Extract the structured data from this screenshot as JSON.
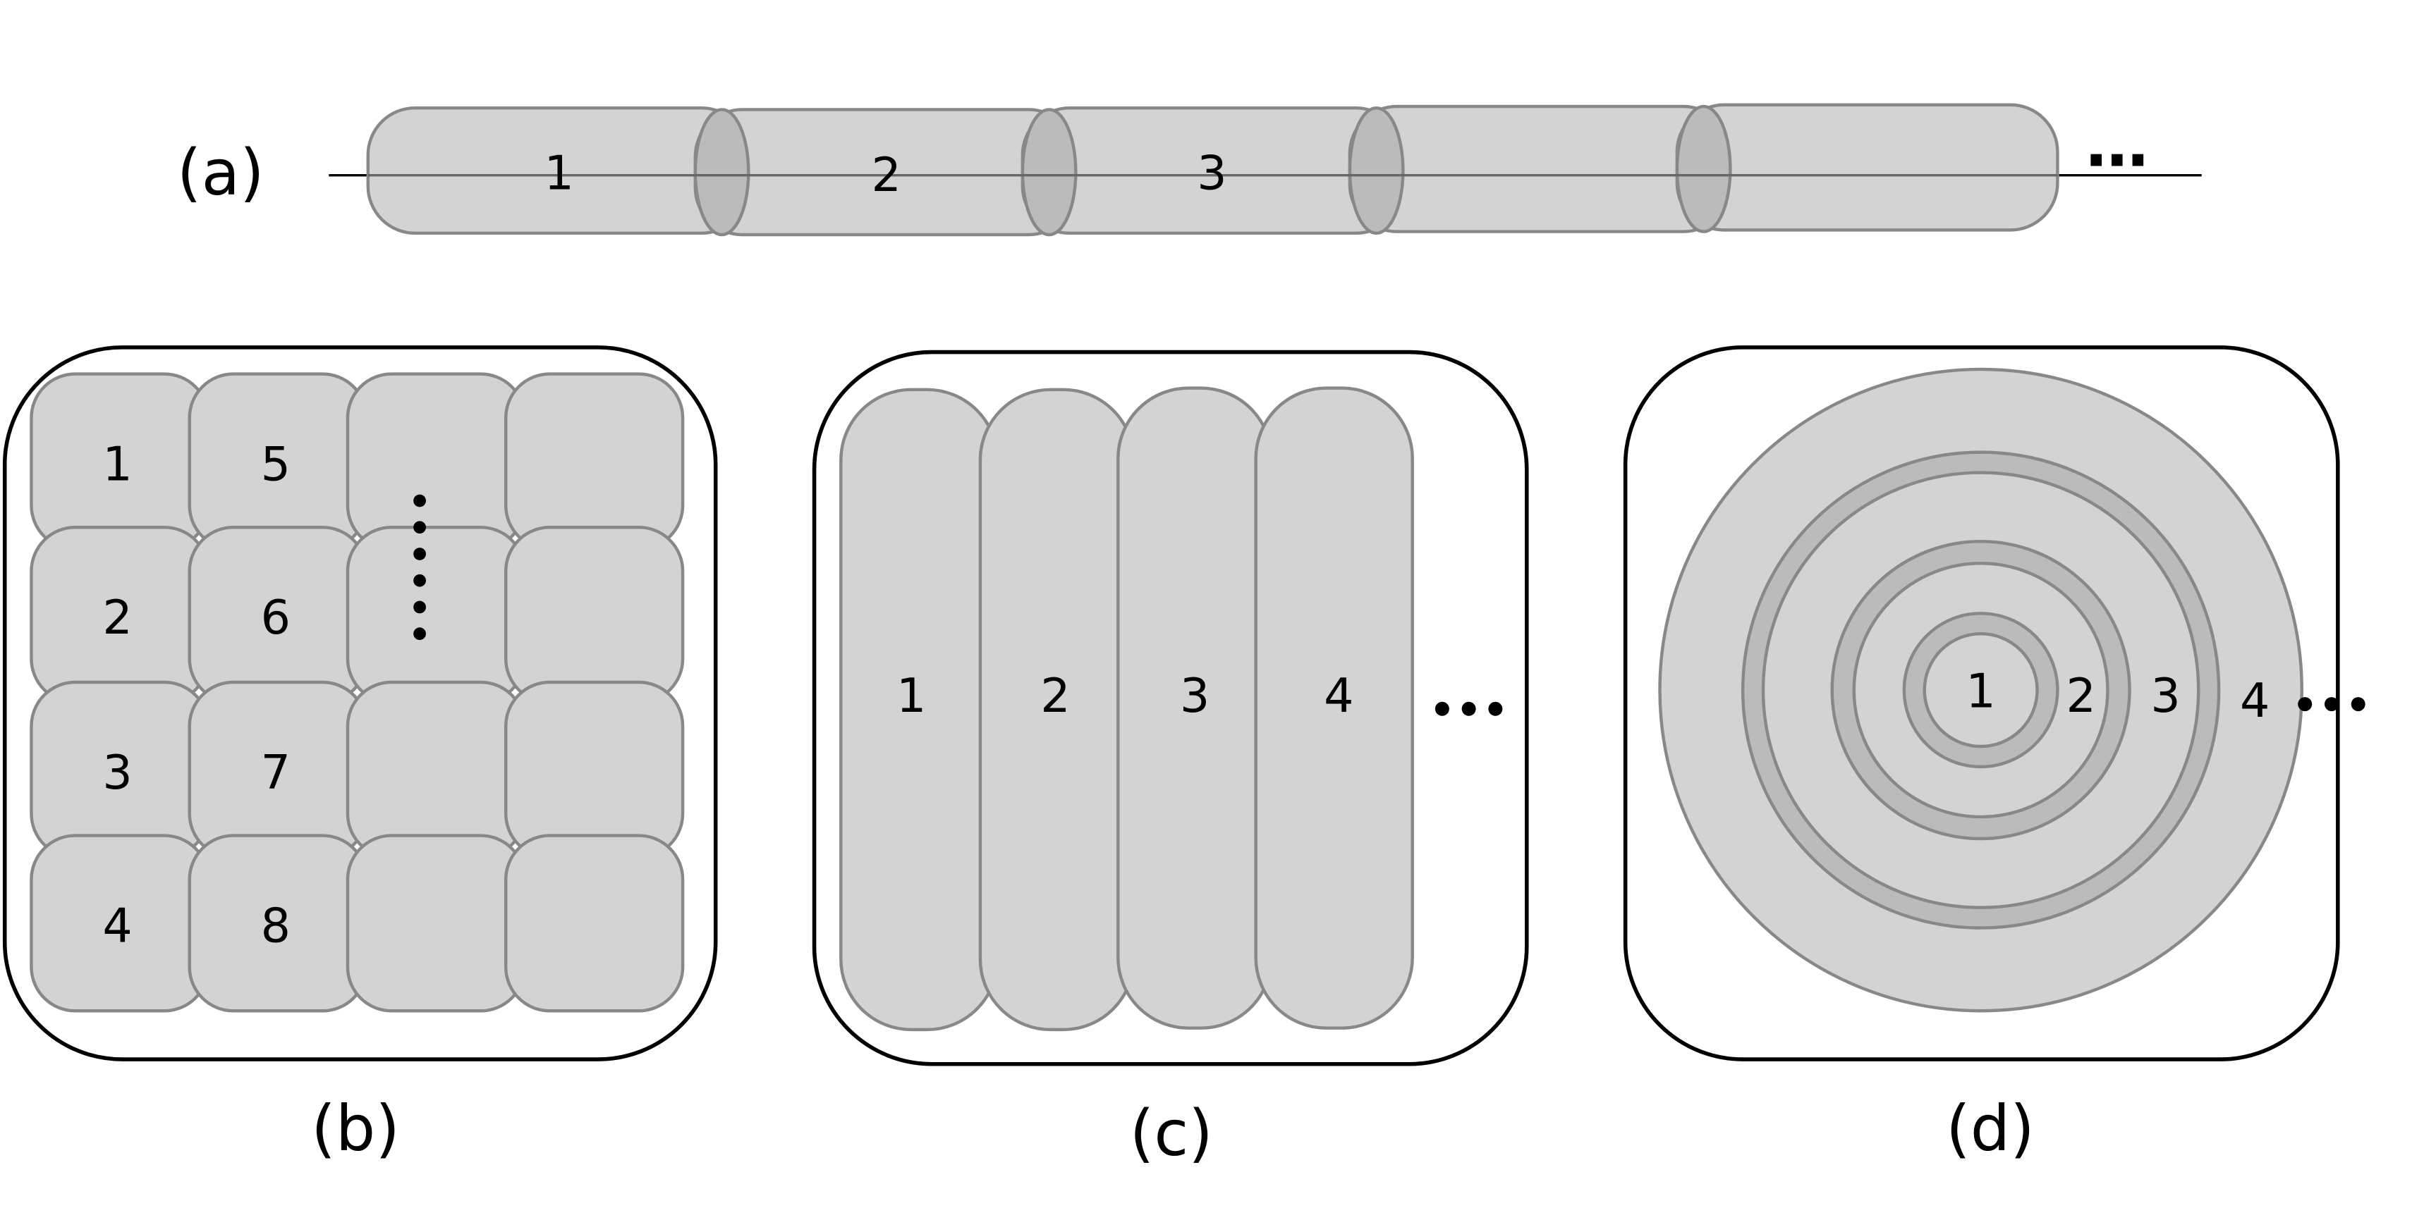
{
  "panels": {
    "a": {
      "caption": "(a)",
      "labels": [
        "1",
        "2",
        "3",
        "",
        ""
      ],
      "ellipsis": "…"
    },
    "b": {
      "caption": "(b)",
      "labels": [
        "1",
        "2",
        "3",
        "4",
        "5",
        "6",
        "7",
        "8"
      ],
      "ellipsis": "⋮"
    },
    "c": {
      "caption": "(c)",
      "labels": [
        "1",
        "2",
        "3",
        "4"
      ],
      "ellipsis": "…"
    },
    "d": {
      "caption": "(d)",
      "labels": [
        "1",
        "2",
        "3",
        "4"
      ],
      "ellipsis": "…"
    }
  },
  "colors": {
    "fill": "#d3d3d3",
    "stroke": "#888888",
    "overlap": "#bbbbbb",
    "frame": "#000000"
  }
}
